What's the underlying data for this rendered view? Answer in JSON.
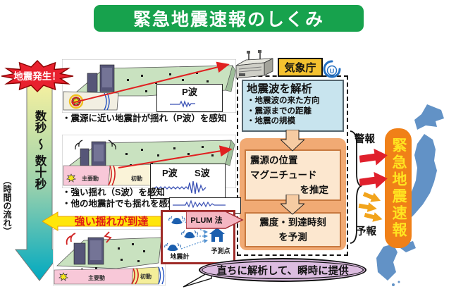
{
  "title": "緊急地震速報のしくみ",
  "timeline": {
    "start_label": "地震発生！",
    "duration_labels": [
      "数秒",
      "〜",
      "数十秒"
    ],
    "axis_label": "（時間の流れ）"
  },
  "panels": [
    {
      "caption": "・震源に近い地震計が揺れ（P波）を感知",
      "wave_label": "P波"
    },
    {
      "captions": [
        "・強い揺れ（S波）を感知",
        "・他の地震計でも揺れを感知"
      ],
      "wave_label_p": "P波",
      "wave_label_s": "S波",
      "cross_section": {
        "main": "主要動",
        "initial": "初動"
      }
    },
    {
      "banner": "強い揺れが到達",
      "cross_section": {
        "main": "主要動",
        "initial": "初動"
      }
    }
  ],
  "plum": {
    "label": "PLUM 法",
    "seismometer_label": "地震計",
    "prediction_label": "予測点"
  },
  "agency": {
    "name": "気象庁",
    "logo_letter": "U"
  },
  "analysis": {
    "title": "地震波を解析",
    "bullets": [
      "・地震波の来た方向",
      "・震源までの距離",
      "・地震の規模"
    ]
  },
  "estimation": {
    "lines": [
      "震源の位置",
      "マグニチュード",
      "を推定"
    ]
  },
  "prediction": {
    "lines": [
      "震度・到達時刻",
      "を予測"
    ]
  },
  "outputs": {
    "warning": "警報",
    "forecast": "予報",
    "banner": "緊急地震速報"
  },
  "footer": {
    "note": "直ちに解析して、瞬時に提供"
  },
  "colors": {
    "title_green": "#17A24D",
    "alert_red": "#E8212E",
    "eew_orange": "#F08018",
    "eew_text_yellow": "#FFE420",
    "map_blue": "#6292C6",
    "plum_border_red": "#9E2B28",
    "highlight_yellow": "#FFE60A",
    "agency_amber": "#F4C12F"
  }
}
